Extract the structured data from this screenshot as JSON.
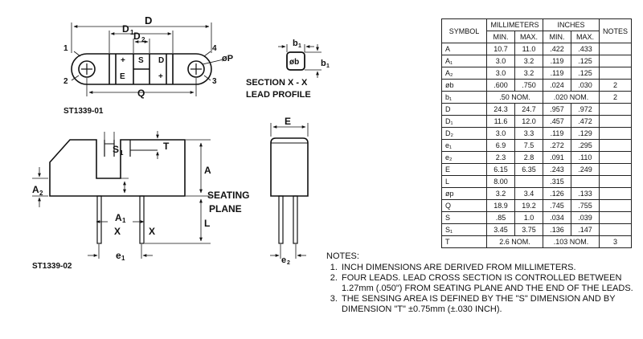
{
  "top_view": {
    "id": "ST1339-01",
    "dims": {
      "D": "D",
      "D1": "D",
      "D1_sub": "1",
      "D2": "D",
      "D2_sub": "2",
      "Q": "Q",
      "P": "øP"
    },
    "pins": [
      "1",
      "2",
      "3",
      "4"
    ],
    "marks": {
      "plus1": "+",
      "S": "S",
      "D": "D",
      "E": "E",
      "plus2": "+"
    }
  },
  "section": {
    "title": "SECTION X - X",
    "subtitle": "LEAD PROFILE",
    "b1_top": "b",
    "b1_top_sub": "1",
    "b1_side": "b",
    "b1_side_sub": "1",
    "phib": "øb"
  },
  "side_view": {
    "id": "ST1339-02",
    "labels": {
      "S1": "S",
      "S1_sub": "1",
      "T": "T",
      "A": "A",
      "A2": "A",
      "A2_sub": "2",
      "A1": "A",
      "A1_sub": "1",
      "L": "L",
      "seating": "SEATING",
      "plane": "PLANE",
      "x1": "X",
      "x2": "X",
      "e1": "e",
      "e1_sub": "1"
    }
  },
  "end_view": {
    "E": "E",
    "e2": "e",
    "e2_sub": "2"
  },
  "table": {
    "headers": {
      "symbol": "SYMBOL",
      "mm": "MILLIMETERS",
      "inches": "INCHES",
      "notes": "NOTES",
      "min": "MIN.",
      "max": "MAX."
    },
    "rows": [
      {
        "sym": "A",
        "mm_min": "10.7",
        "mm_max": "11.0",
        "in_min": ".422",
        "in_max": ".433",
        "note": ""
      },
      {
        "sym": "A₁",
        "mm_min": "3.0",
        "mm_max": "3.2",
        "in_min": ".119",
        "in_max": ".125",
        "note": ""
      },
      {
        "sym": "A₂",
        "mm_min": "3.0",
        "mm_max": "3.2",
        "in_min": ".119",
        "in_max": ".125",
        "note": ""
      },
      {
        "sym": "øb",
        "mm_min": ".600",
        "mm_max": ".750",
        "in_min": ".024",
        "in_max": ".030",
        "note": "2"
      },
      {
        "sym": "b₁",
        "mm_nom": ".50 NOM.",
        "in_nom": ".020 NOM.",
        "note": "2"
      },
      {
        "sym": "D",
        "mm_min": "24.3",
        "mm_max": "24.7",
        "in_min": ".957",
        "in_max": ".972",
        "note": ""
      },
      {
        "sym": "D₁",
        "mm_min": "11.6",
        "mm_max": "12.0",
        "in_min": ".457",
        "in_max": ".472",
        "note": ""
      },
      {
        "sym": "D₂",
        "mm_min": "3.0",
        "mm_max": "3.3",
        "in_min": ".119",
        "in_max": ".129",
        "note": ""
      },
      {
        "sym": "e₁",
        "mm_min": "6.9",
        "mm_max": "7.5",
        "in_min": ".272",
        "in_max": ".295",
        "note": ""
      },
      {
        "sym": "e₂",
        "mm_min": "2.3",
        "mm_max": "2.8",
        "in_min": ".091",
        "in_max": ".110",
        "note": ""
      },
      {
        "sym": "E",
        "mm_min": "6.15",
        "mm_max": "6.35",
        "in_min": ".243",
        "in_max": ".249",
        "note": ""
      },
      {
        "sym": "L",
        "mm_min": "8.00",
        "mm_max": "",
        "in_min": ".315",
        "in_max": "",
        "note": ""
      },
      {
        "sym": "øp",
        "mm_min": "3.2",
        "mm_max": "3.4",
        "in_min": ".126",
        "in_max": ".133",
        "note": ""
      },
      {
        "sym": "Q",
        "mm_min": "18.9",
        "mm_max": "19.2",
        "in_min": ".745",
        "in_max": ".755",
        "note": ""
      },
      {
        "sym": "S",
        "mm_min": ".85",
        "mm_max": "1.0",
        "in_min": ".034",
        "in_max": ".039",
        "note": ""
      },
      {
        "sym": "S₁",
        "mm_min": "3.45",
        "mm_max": "3.75",
        "in_min": ".136",
        "in_max": ".147",
        "note": ""
      },
      {
        "sym": "T",
        "mm_nom": "2.6 NOM.",
        "in_nom": ".103 NOM.",
        "note": "3"
      }
    ]
  },
  "notes": {
    "title": "NOTES:",
    "items": [
      "INCH DIMENSIONS ARE DERIVED FROM MILLIMETERS.",
      "FOUR LEADS. LEAD CROSS SECTION IS CONTROLLED BETWEEN 1.27mm (.050\") FROM SEATING PLANE AND THE END OF THE LEADS.",
      "THE SENSING AREA IS DEFINED BY THE \"S\" DIMENSION AND BY DIMENSION \"T\" ±0.75mm (±.030 INCH)."
    ]
  }
}
